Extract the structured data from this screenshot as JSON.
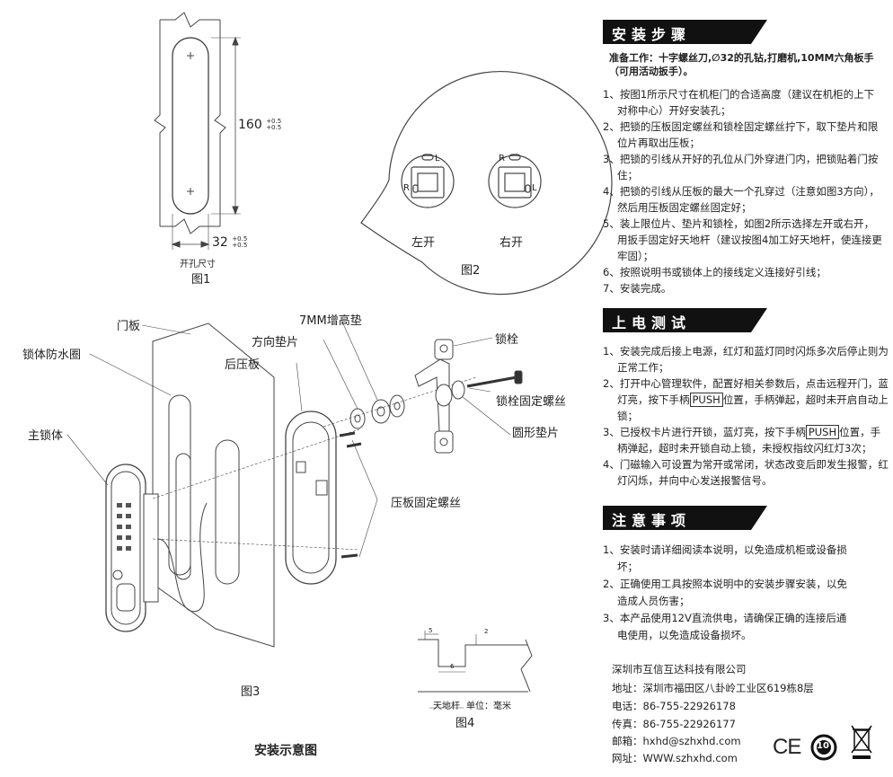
{
  "fig1": {
    "dim_length": "160",
    "dim_length_tol_top": "+0.5",
    "dim_length_tol_bottom": "+0.5",
    "dim_width": "32",
    "dim_width_tol_top": "+0.5",
    "dim_width_tol_bottom": "+0.5",
    "hole_label": "开孔尺寸",
    "caption": "图1"
  },
  "fig2": {
    "left_label": "左开",
    "right_label": "右开",
    "mark_l": "L",
    "mark_r": "R",
    "caption": "图2"
  },
  "fig3": {
    "labels": {
      "door_panel": "门板",
      "waterproof_ring": "锁体防水圈",
      "main_body": "主锁体",
      "spacer_7mm": "7MM增高垫",
      "direction_pad": "方向垫片",
      "rear_plate": "后压板",
      "bolt": "锁栓",
      "bolt_screw": "锁栓固定螺丝",
      "round_washer": "圆形垫片",
      "plate_screw": "压板固定螺丝"
    },
    "caption": "图3",
    "title": "安装示意图"
  },
  "fig4": {
    "dim_a": "5",
    "dim_b": "2",
    "dim_c": "6",
    "part_label": "天地杆",
    "unit_label": "单位：毫米",
    "caption": "图4"
  },
  "install": {
    "heading": "安装步骤",
    "prep": "准备工作：十字螺丝刀,∅32的孔钻,打磨机,10MM六角板手（可用活动扳手）。",
    "steps": [
      "1、按图1所示尺寸在机柜门的合适高度（建议在机柜的上下对称中心）开好安装孔；",
      "2、把锁的压板固定螺丝和锁栓固定螺丝拧下，取下垫片和限位片再取出压板；",
      "3、把锁的引线从开好的孔位从门外穿进门内，把锁贴着门按住；",
      "4、把锁的引线从压板的最大一个孔穿过（注意如图3方向），然后用压板固定螺丝固定好；",
      "5、装上限位片、垫片和锁栓，如图2所示选择左开或右开，用扳手固定好天地杆（建议按图4加工好天地杆，使连接更牢固）；",
      "6、按照说明书或锁体上的接线定义连接好引线；",
      "7、安装完成。"
    ]
  },
  "power": {
    "heading": "上电测试",
    "step1": "1、安装完成后接上电源，红灯和蓝灯同时闪烁多次后停止则为正常工作；",
    "step2_a": "2、打开中心管理软件，配置好相关参数后，点击远程开门，蓝灯亮，按下手柄",
    "step2_push": "PUSH",
    "step2_b": "位置，手柄弹起，超时未开启自动上锁；",
    "step3_a": "3、已授权卡片进行开锁，蓝灯亮，按下手柄",
    "step3_push": "PUSH",
    "step3_b": "位置，手柄弹起，超时未开锁自动上锁，未授权指纹闪红灯3次；",
    "step4": "4、门磁输入可设置为常开或常闭，状态改变后即发生报警，红灯闪烁，并向中心发送报警信号。"
  },
  "notes": {
    "heading": "注意事项",
    "items": [
      "1、安装时请详细阅读本说明，以免造成机柜或设备损坏；",
      "2、正确使用工具按照本说明中的安装步骤安装，以免造成人员伤害；",
      "3、本产品使用12V直流供电，请确保正确的连接后通电使用，以免造成设备损坏。"
    ]
  },
  "company": {
    "name": "深圳市互信互达科技有限公司",
    "address": "地址：深圳市福田区八卦岭工业区619栋8层",
    "phone": "电话：86-755-22926178",
    "fax": "传真：86-755-22926177",
    "email": "邮箱：hxhd@szhxhd.com",
    "website": "网址：WWW.szhxhd.com"
  },
  "marks": {
    "ce": "CE",
    "ten": "10"
  }
}
